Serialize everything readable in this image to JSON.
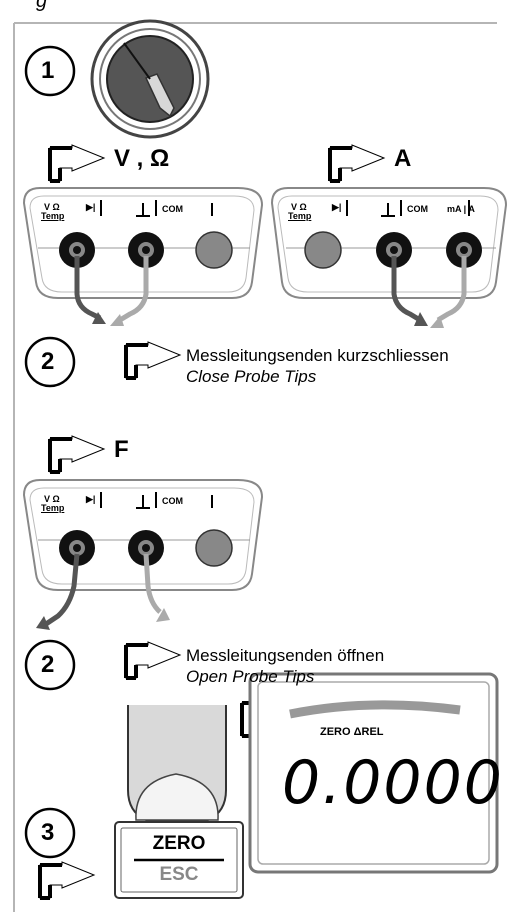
{
  "header_caption": "g",
  "steps": [
    {
      "number": "1"
    },
    {
      "number": "2"
    },
    {
      "number": "2"
    },
    {
      "number": "3"
    }
  ],
  "modes": {
    "volt_ohm": "V , Ω",
    "ampere": "A",
    "farad": "F"
  },
  "socket_labels": {
    "v_ohm_top": "V Ω",
    "temp": "Temp",
    "com": "COM",
    "ma_a": "mA | A"
  },
  "instructions": {
    "short_de": "Messleitungsenden kurzschliessen",
    "short_en": "Close Probe Tips",
    "open_de": "Messleitungsenden öffnen",
    "open_en": "Open Probe Tips"
  },
  "key": {
    "top_label": "ZERO",
    "bottom_label": "ESC"
  },
  "display": {
    "annunciator": "ZERO ΔREL",
    "reading": "0.0000"
  }
}
